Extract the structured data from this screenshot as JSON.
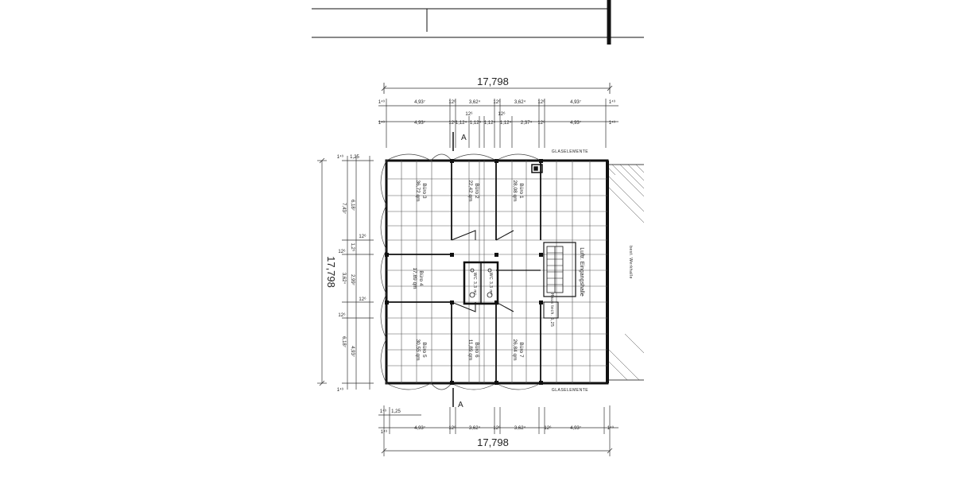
{
  "plan": {
    "overall_top": "17,798",
    "overall_bottom": "17,798",
    "overall_left": "17,798",
    "top_dims_row1": [
      "1⁴⁹",
      "4,93⁷",
      "12⁶",
      "3,62⁴",
      "12⁶",
      "3,62⁴",
      "12⁶",
      "4,93⁷",
      "1⁴⁹"
    ],
    "top_dims_row2": [
      "1⁴⁹",
      "4,93⁷",
      "12⁶",
      "1,12⁴",
      "1,12⁴",
      "1,12⁴",
      "1,12⁴",
      "2,37⁴",
      "12⁶",
      "4,93⁷",
      "1⁴⁹"
    ],
    "top_dims_row2_small": [
      "12⁶",
      "12⁶"
    ],
    "bottom_dims_top": [
      "1⁴⁹",
      "1,25"
    ],
    "bottom_dims": [
      "1⁴⁹",
      "4,93⁷",
      "12⁶",
      "3,62⁴",
      "12⁶",
      "3,62⁴",
      "12⁶",
      "4,93⁷",
      "1⁴⁹"
    ],
    "left_dims_outer": [
      "7,43⁷",
      "3,62⁴",
      "6,18⁷"
    ],
    "left_dims_mid": [
      "6,18⁷",
      "1,2⁹",
      "2,99⁷",
      "4,93⁷"
    ],
    "left_dims_inner": [
      "1⁴⁹",
      "1,25",
      "12⁶",
      "12⁶",
      "12⁶",
      "12⁶",
      "1⁴⁹"
    ],
    "section_marker_top": "A",
    "section_marker_bottom": "A",
    "glass_top": "GLASELEMENTE",
    "glass_bottom": "GLASELEMENTE",
    "hall_label": "best. Werkhalle",
    "entrance_label": "Luftr. Eingangshalle",
    "stair_box_label": "Haus\ntech.\n5,25",
    "wc_left": "WC 3,3 m²",
    "wc_right": "WC 3,3 m²",
    "rooms": [
      {
        "name": "Büro 3",
        "area": "36,72 qm"
      },
      {
        "name": "Büro 2",
        "area": "22,42 qm"
      },
      {
        "name": "Büro 1",
        "area": "28,08 qm"
      },
      {
        "name": "Büro 4",
        "area": "17,89 qm"
      },
      {
        "name": "Büro 5",
        "area": "30,55 qm"
      },
      {
        "name": "Büro 6",
        "area": "11,89 qm"
      },
      {
        "name": "Büro 7",
        "area": "26,84 qm"
      }
    ]
  }
}
